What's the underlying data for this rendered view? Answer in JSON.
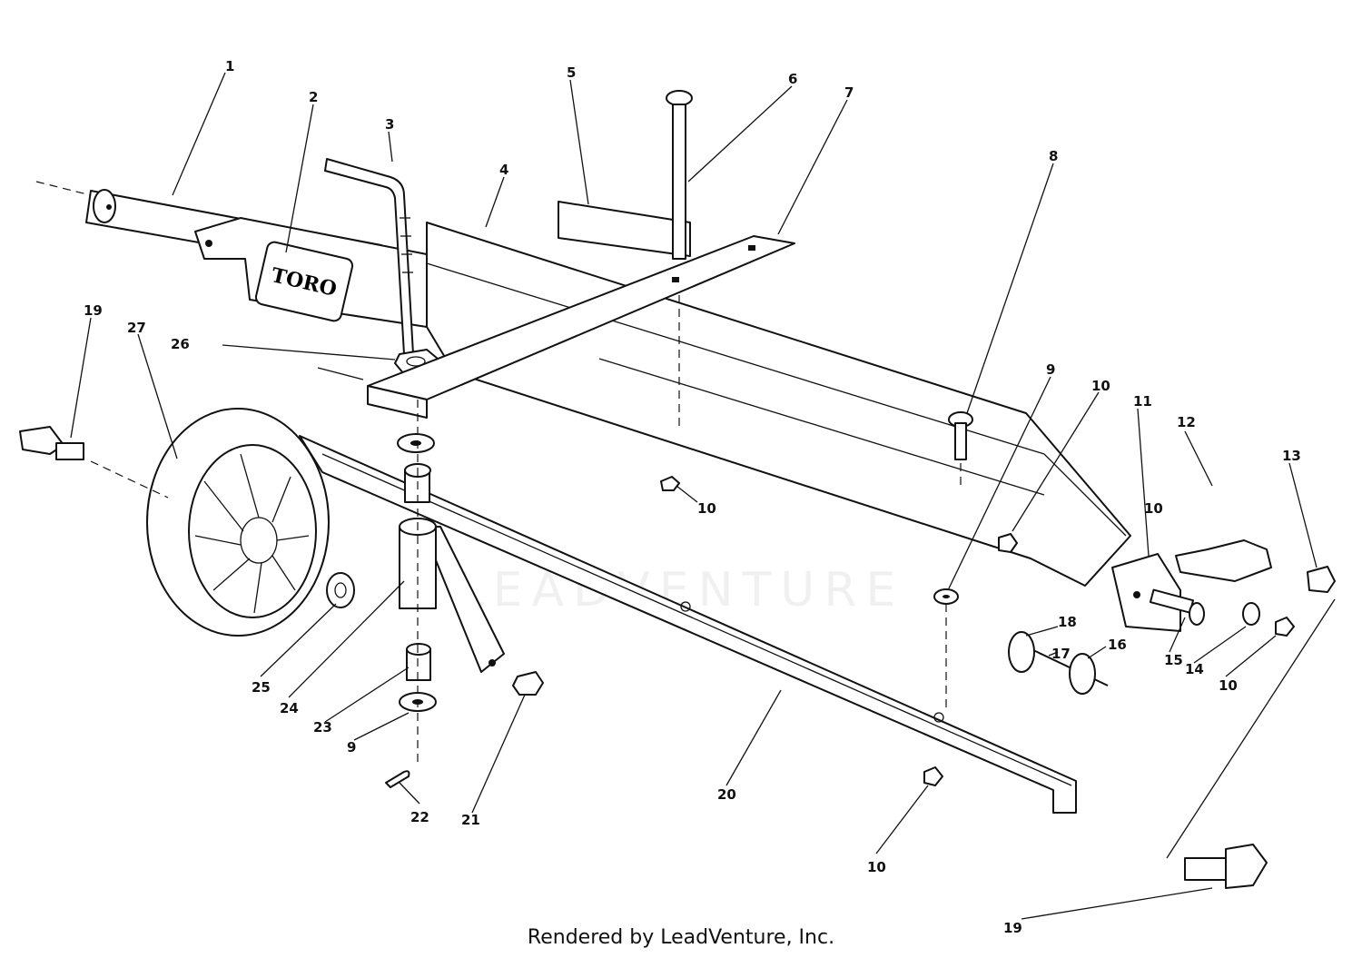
{
  "diagram": {
    "brand_label": "TORO",
    "watermark": "LEADVENTURE",
    "callouts": [
      "1",
      "2",
      "3",
      "4",
      "5",
      "6",
      "7",
      "8",
      "9",
      "10",
      "10",
      "11",
      "12",
      "13",
      "26",
      "19",
      "27",
      "10",
      "25",
      "24",
      "23",
      "9",
      "22",
      "21",
      "20",
      "10",
      "18",
      "17",
      "16",
      "15",
      "14",
      "10",
      "19"
    ]
  },
  "footer": {
    "text": "Rendered by LeadVenture, Inc."
  },
  "colors": {
    "line": "#111111",
    "background": "#ffffff"
  }
}
